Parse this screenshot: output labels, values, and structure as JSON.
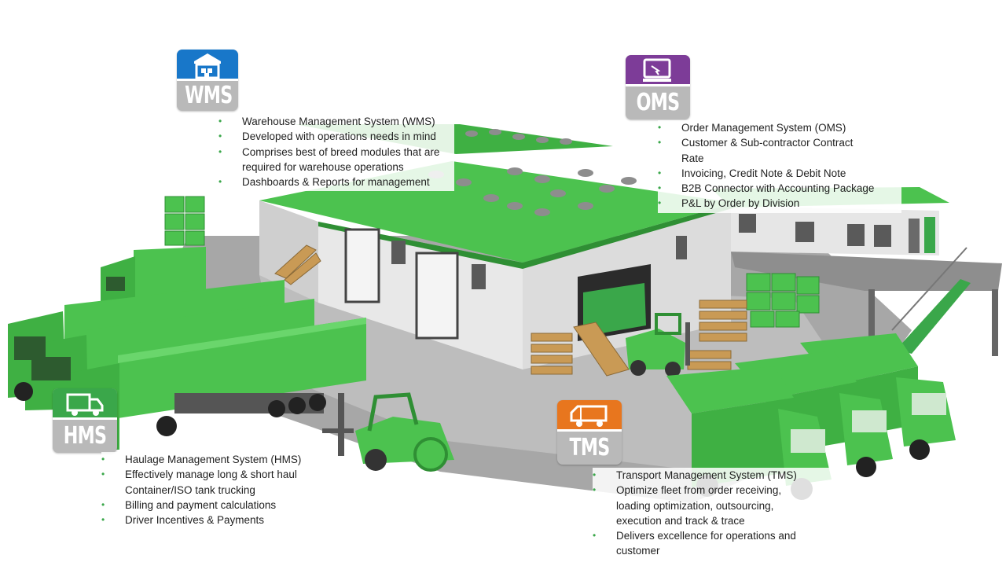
{
  "wms": {
    "badge_label": "WMS",
    "badge_color": "#1877c9",
    "icon": "warehouse-icon",
    "items": [
      "Warehouse Management System (WMS)",
      "Developed with operations needs in mind",
      "Comprises best of breed modules that are required for warehouse operations",
      "Dashboards & Reports for management"
    ]
  },
  "oms": {
    "badge_label": "OMS",
    "badge_color": "#7d3c98",
    "icon": "computer-icon",
    "items": [
      "Order Management System (OMS)",
      "Customer & Sub-contractor Contract Rate",
      "Invoicing, Credit Note & Debit Note",
      "B2B Connector with Accounting Package",
      "P&L by Order by Division"
    ]
  },
  "hms": {
    "badge_label": "HMS",
    "badge_color": "#3aa74a",
    "icon": "truck-icon",
    "items": [
      "Haulage Management System (HMS)",
      "Effectively manage long & short haul Container/ISO tank trucking",
      "Billing and payment calculations",
      "Driver Incentives & Payments"
    ]
  },
  "tms": {
    "badge_label": "TMS",
    "badge_color": "#e8761e",
    "icon": "van-icon",
    "items": [
      "Transport Management System (TMS)",
      "Optimize fleet from order receiving, loading optimization, outsourcing, execution and track & trace",
      "Delivers excellence for operations and customer"
    ]
  },
  "theme": {
    "green": "#4cc24f",
    "dark_green": "#2f8f34",
    "wall": "#e9e9e9",
    "ground": "#a9a9a9"
  }
}
